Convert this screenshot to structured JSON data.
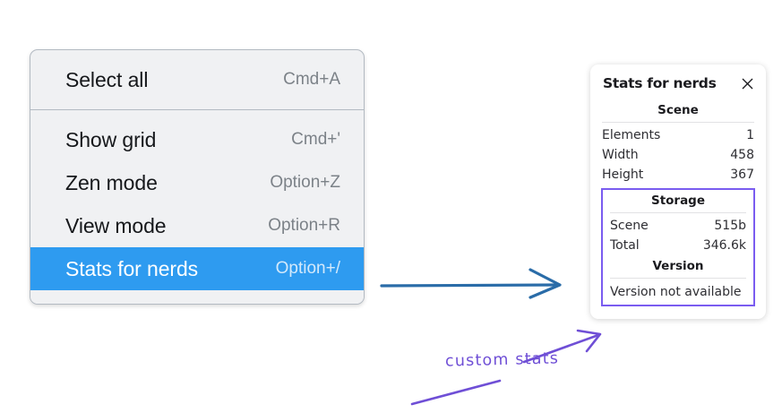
{
  "context_menu": {
    "name": "context-menu",
    "sections": [
      {
        "items": [
          {
            "label": "Select all",
            "shortcut": "Cmd+A",
            "selected": false
          }
        ]
      },
      {
        "items": [
          {
            "label": "Show grid",
            "shortcut": "Cmd+'",
            "selected": false
          },
          {
            "label": "Zen mode",
            "shortcut": "Option+Z",
            "selected": false
          },
          {
            "label": "View mode",
            "shortcut": "Option+R",
            "selected": false
          },
          {
            "label": "Stats for nerds",
            "shortcut": "Option+/",
            "selected": true
          }
        ]
      }
    ],
    "highlight_color": "#2e9bf0",
    "background_color": "#f0f1f3"
  },
  "stats_panel": {
    "title": "Stats for nerds",
    "close_icon": "close-icon",
    "scene": {
      "heading": "Scene",
      "rows": [
        {
          "key": "Elements",
          "value": "1"
        },
        {
          "key": "Width",
          "value": "458"
        },
        {
          "key": "Height",
          "value": "367"
        }
      ]
    },
    "storage": {
      "heading": "Storage",
      "rows": [
        {
          "key": "Scene",
          "value": "515b"
        },
        {
          "key": "Total",
          "value": "346.6k"
        }
      ]
    },
    "version": {
      "heading": "Version",
      "text": "Version not available"
    },
    "highlight_border_color": "#7a5cf0"
  },
  "annotations": {
    "blue_arrow": {
      "name": "blue-arrow",
      "color": "#2a6ca8"
    },
    "purple_arrow": {
      "name": "purple-arrow",
      "color": "#6f4fd6"
    },
    "purple_underline": {
      "name": "purple-underline",
      "color": "#6f4fd6"
    },
    "handwritten_label": "custom stats"
  }
}
